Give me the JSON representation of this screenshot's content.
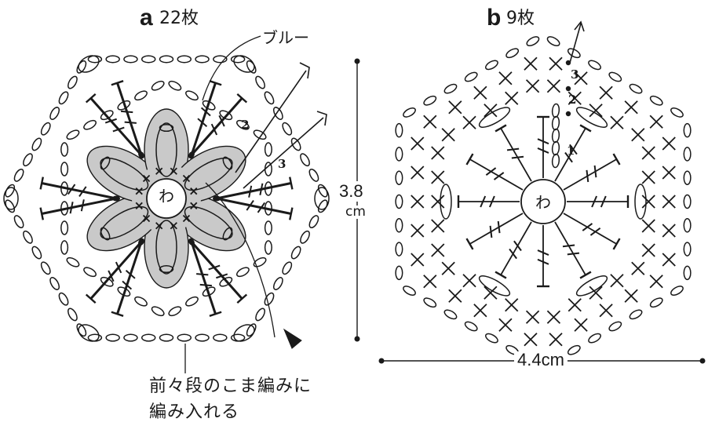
{
  "motif_a": {
    "letter": "a",
    "count": "22枚",
    "color_label": "ブルー",
    "center": "わ",
    "row_numbers": [
      "2",
      "3"
    ],
    "fill_color": "#c9c9c9"
  },
  "motif_b": {
    "letter": "b",
    "count": "9枚",
    "center": "わ",
    "row_numbers": [
      "1",
      "2",
      "3"
    ]
  },
  "dimensions": {
    "height_value": "3.8",
    "height_unit": "cm",
    "width_label": "4.4cm"
  },
  "note": {
    "line1": "前々段のこま編みに",
    "line2": "編み入れる"
  },
  "colors": {
    "ink": "#1a1a1a",
    "paper": "#ffffff",
    "shade": "#c9c9c9"
  }
}
